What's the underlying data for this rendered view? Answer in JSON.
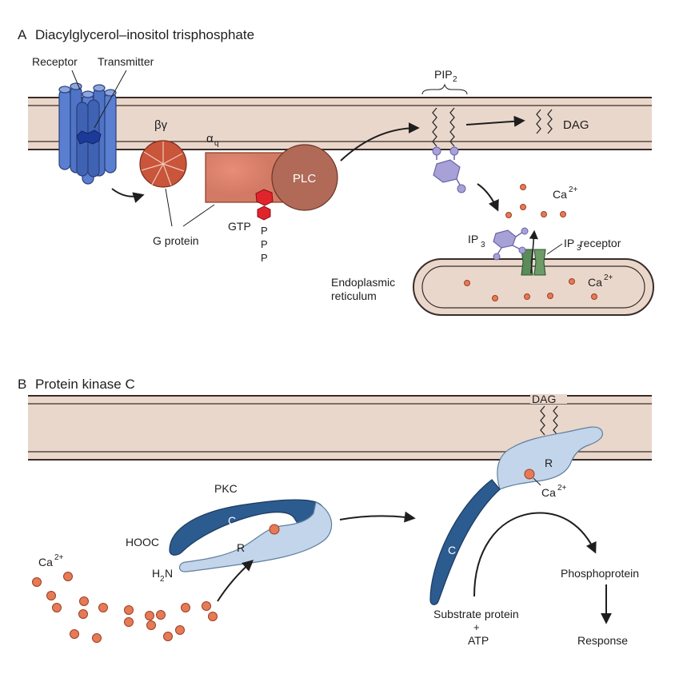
{
  "panel_a": {
    "letter": "A",
    "title": "Diacylglycerol–inositol trisphosphate",
    "receptor": "Receptor",
    "transmitter": "Transmitter",
    "beta_gamma": "βγ",
    "alpha": "α",
    "alpha_sub": "q",
    "plc": "PLC",
    "gtp": "GTP",
    "p1": "P",
    "p2": "P",
    "p3": "P",
    "g_protein": "G protein",
    "pip": "PIP",
    "pip_sub": "2",
    "dag": "DAG",
    "ca": "Ca",
    "ca_sup": "2+",
    "ip3": "IP",
    "ip3_sub": "3",
    "ip3_receptor_pre": "IP",
    "ip3_receptor_sub": "3",
    "ip3_receptor_post": " receptor",
    "er_line1": "Endoplasmic",
    "er_line2": "reticulum",
    "er_ca": "Ca",
    "er_ca_sup": "2+"
  },
  "panel_b": {
    "letter": "B",
    "title": "Protein kinase C",
    "dag": "DAG",
    "pkc": "PKC",
    "c_label": "C",
    "r_label": "R",
    "hooc": "HOOC",
    "h2n_h": "H",
    "h2n_sub": "2",
    "h2n_n": "N",
    "ca_free": "Ca",
    "ca_free_sup": "2+",
    "active_r": "R",
    "active_c": "C",
    "active_ca": "Ca",
    "active_ca_sup": "2+",
    "phosphoprotein": "Phosphoprotein",
    "substrate": "Substrate protein",
    "plus": "+",
    "atp": "ATP",
    "response": "Response"
  },
  "colors": {
    "membrane": "#ead7cb",
    "membrane_line": "#3a2c28",
    "receptor": "#4f74c6",
    "g_beta_gamma": "#c9553a",
    "g_alpha": "#d27a63",
    "plc": "#b06a57",
    "gtp": "#e0242c",
    "pip": "#a7a1d8",
    "ip3_receptor": "#5b8b58",
    "ca_ion": "#e67a57",
    "pkc_c": "#2c5b90",
    "pkc_r": "#c3d5ea"
  }
}
